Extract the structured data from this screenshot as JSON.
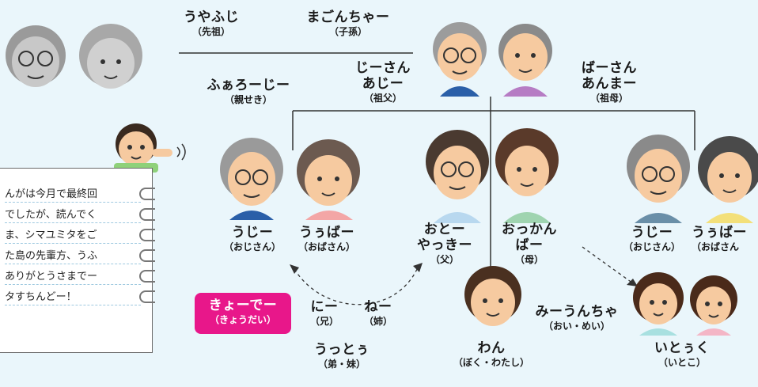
{
  "labels": {
    "uyafuji": {
      "main": "うやふじ",
      "sub": "（先祖）"
    },
    "magonchaa": {
      "main": "まごんちゃー",
      "sub": "（子孫）"
    },
    "jiisan": {
      "main1": "じーさん",
      "main2": "あじー",
      "sub": "（祖父）"
    },
    "baasan": {
      "main1": "ばーさん",
      "main2": "あんまー",
      "sub": "（祖母）"
    },
    "fuaroojii": {
      "main": "ふぁろーじー",
      "sub": "（親せき）"
    },
    "uji_left": {
      "main": "うじー",
      "sub": "（おじさん）"
    },
    "uubaa_left": {
      "main": "うぅばー",
      "sub": "（おばさん）"
    },
    "otoo": {
      "main1": "おとー",
      "main2": "やっきー",
      "sub": "（父）"
    },
    "okkan": {
      "main1": "おっかん",
      "main2": "ばー",
      "sub": "（母）"
    },
    "uji_right": {
      "main": "うじー",
      "sub": "（おじさん）"
    },
    "uubaa_right": {
      "main": "うぅばー",
      "sub": "（おばさん"
    },
    "kyoudai": {
      "main": "きょーでー",
      "sub": "（きょうだい）"
    },
    "nii": {
      "main": "にー",
      "sub": "（兄）"
    },
    "nee": {
      "main": "ねー",
      "sub": "（姉）"
    },
    "uttu": {
      "main": "うっとぅ",
      "sub": "（弟・妹）"
    },
    "wan": {
      "main": "わん",
      "sub": "（ぼく・わたし）"
    },
    "miiuncha": {
      "main": "みーうんちゃ",
      "sub": "（おい・めい）"
    },
    "ituku": {
      "main": "いとぅく",
      "sub": "（いとこ）"
    }
  },
  "note": {
    "lines": [
      "んがは今月で最終回",
      "でしたが、読んでく",
      "ま、シマユミタをご",
      "た島の先輩方、うふ",
      "ありがとうさまでー",
      "タすちんどー！"
    ]
  },
  "colors": {
    "accent": "#e8178a",
    "background": "#eaf6fb",
    "line": "#333333"
  }
}
